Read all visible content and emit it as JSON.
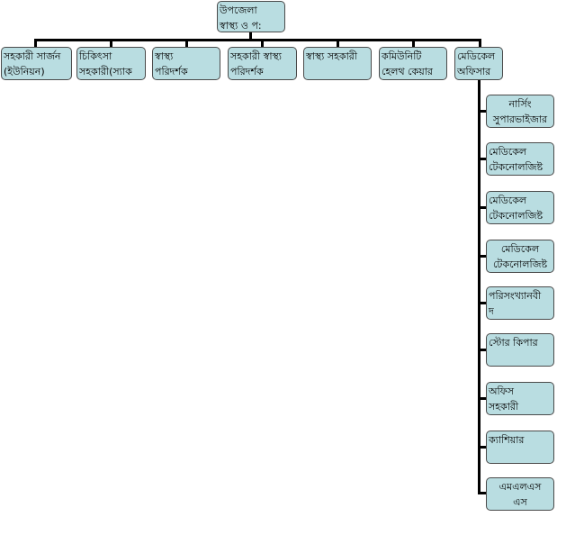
{
  "root": {
    "line1": "উপজেলা",
    "line2": "স্বাস্থ্য ও প:"
  },
  "top_row": [
    {
      "line1": "সহকারী সার্জন",
      "line2": "(ইউনিয়ন)"
    },
    {
      "line1": "চিকিৎসা",
      "line2": "সহকারী(স্যাক"
    },
    {
      "line1": "স্বাস্থ্য",
      "line2": "পরিদর্শক"
    },
    {
      "line1": "সহকারী স্বাস্থ্য",
      "line2": "পরিদর্শক"
    },
    {
      "line1": "স্বাস্থ্য সহকারী",
      "line2": ""
    },
    {
      "line1": "কমিউনিটি",
      "line2": "হেলথ কেয়ার"
    },
    {
      "line1": "মেডিকেল",
      "line2": "অফিসার"
    }
  ],
  "sub_column": [
    {
      "line1": "নার্সিং",
      "line2": "সুপারভাইজার"
    },
    {
      "line1": "মেডিকেল",
      "line2": "টেকনোলজিষ্ট"
    },
    {
      "line1": "মেডিকেল",
      "line2": "টেকনোলজিষ্ট"
    },
    {
      "line1": "মেডিকেল",
      "line2": "টেকনোলজিষ্ট"
    },
    {
      "line1": "পরিসংখ্যানবী",
      "line2": "দ"
    },
    {
      "line1": "স্টোর কিপার",
      "line2": ""
    },
    {
      "line1": "অফিস",
      "line2": "সহকারী"
    },
    {
      "line1": "ক্যাশিয়ার",
      "line2": ""
    },
    {
      "line1": "এমএলএস",
      "line2": "এস"
    }
  ]
}
